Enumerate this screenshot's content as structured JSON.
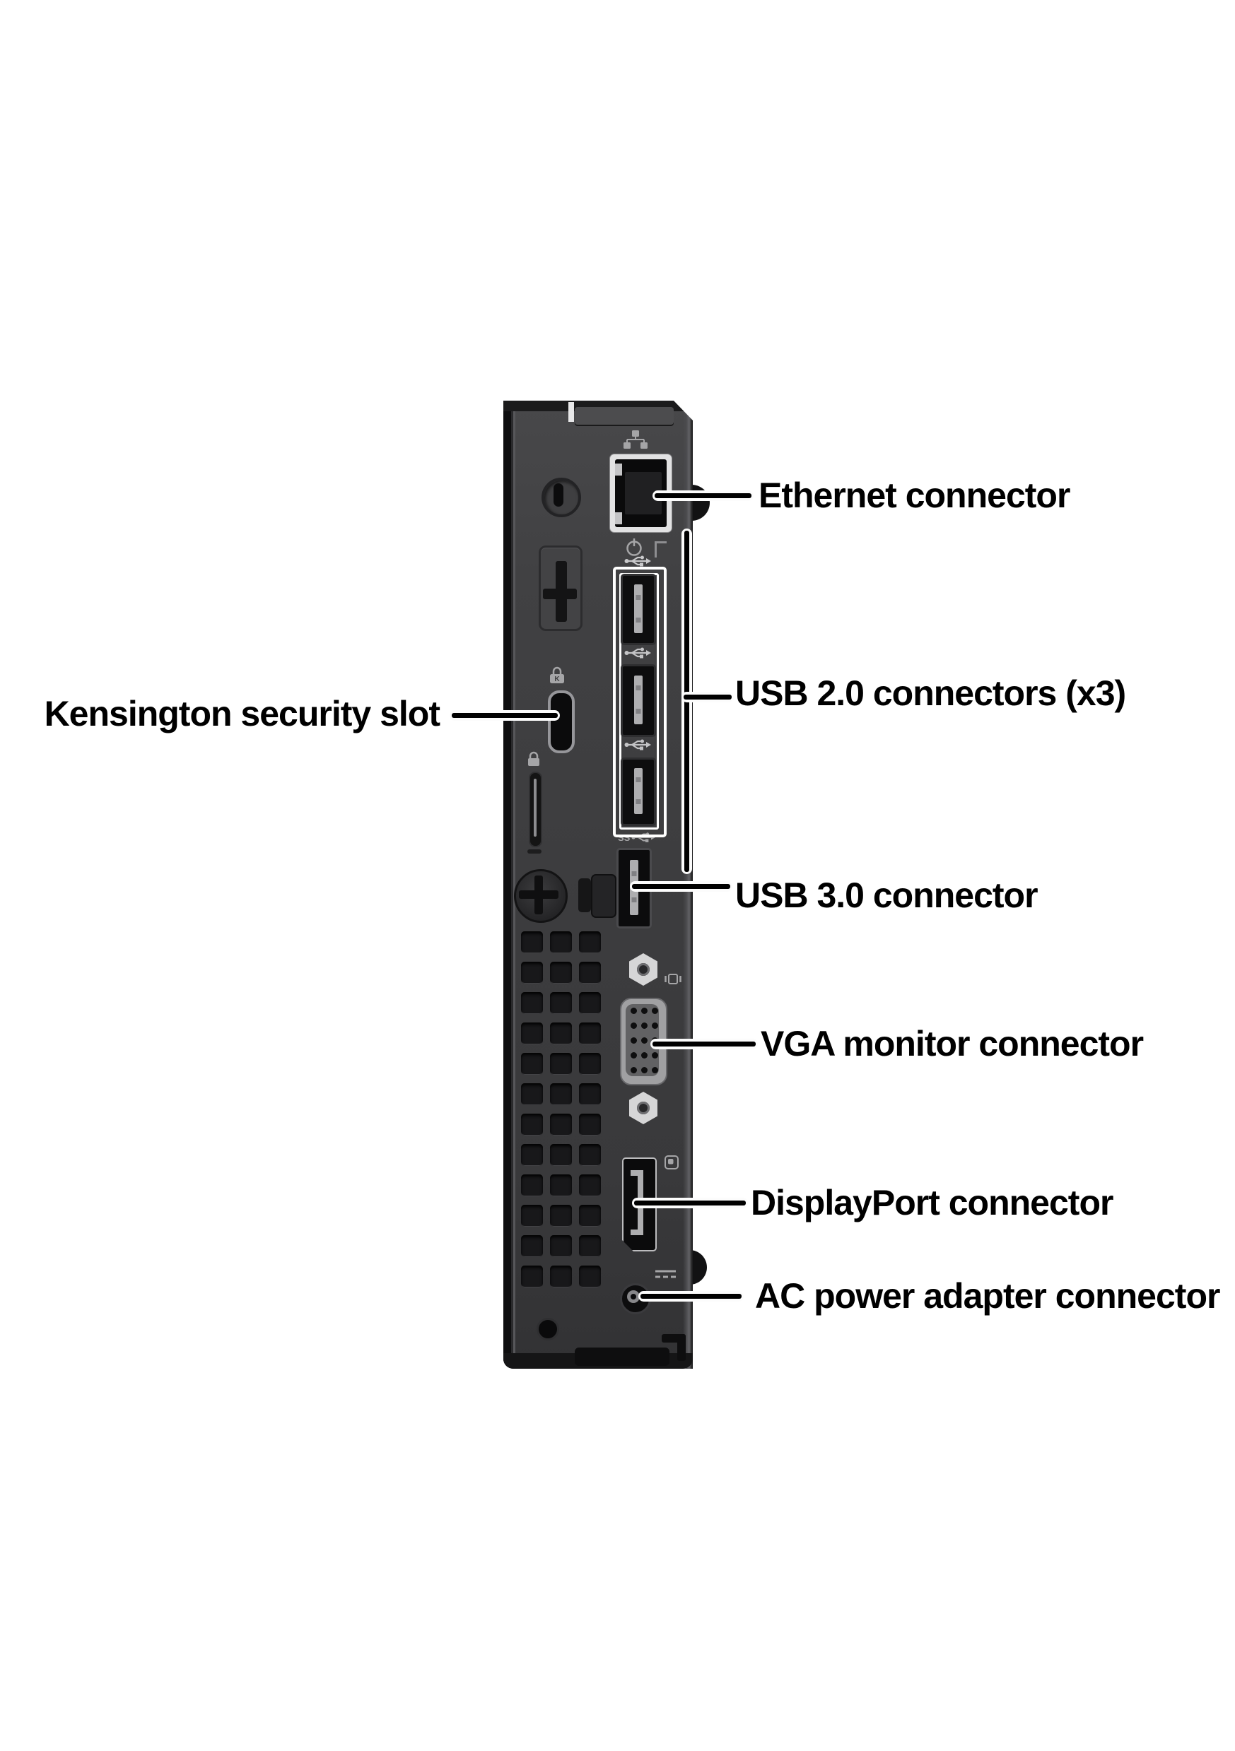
{
  "diagram": {
    "subject": "Mini desktop computer rear panel connector diagram",
    "labels": {
      "ethernet": "Ethernet connector",
      "kensington": "Kensington security slot",
      "usb2": "USB 2.0 connectors (x3)",
      "usb3": "USB 3.0 connector",
      "vga": "VGA monitor connector",
      "displayport": "DisplayPort connector",
      "ac_power": "AC power adapter connector"
    },
    "icons": [
      "ethernet-network-icon",
      "power-icon",
      "usb-trident-icon",
      "superspeed-usb-icon",
      "kensington-lock-icon",
      "padlock-icon",
      "monitor-icon",
      "displayport-icon",
      "dc-power-icon"
    ],
    "colors": {
      "background": "#ffffff",
      "chassis": "#3d3d3f",
      "chassis_edge": "#1b1b1c",
      "port_highlight": "#ffffff",
      "callout_line": "#000000",
      "callout_casing": "#ffffff",
      "label_text": "#000000",
      "icon_gray": "#a5a5a7"
    }
  }
}
